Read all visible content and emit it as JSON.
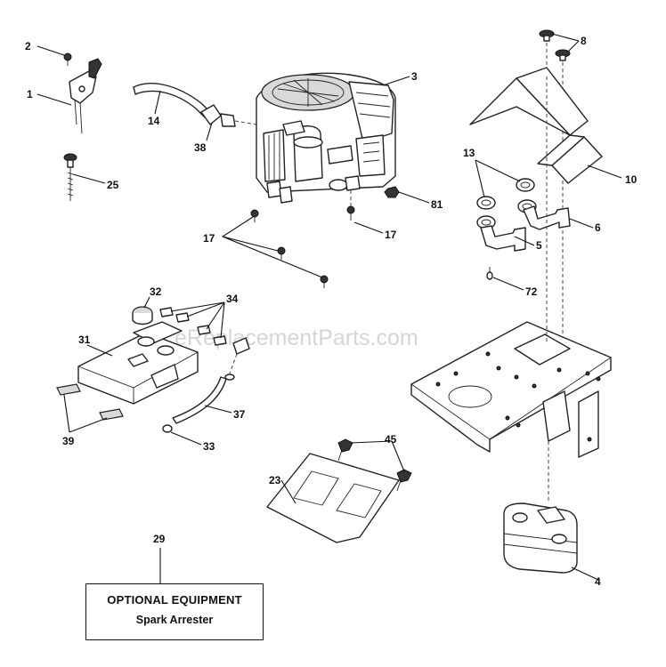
{
  "watermark": "eReplacementParts.com",
  "callouts": {
    "c1": "1",
    "c2": "2",
    "c3": "3",
    "c4": "4",
    "c5": "5",
    "c6": "6",
    "c8": "8",
    "c10": "10",
    "c13": "13",
    "c14": "14",
    "c17a": "17",
    "c17b": "17",
    "c23": "23",
    "c25": "25",
    "c29": "29",
    "c31": "31",
    "c32": "32",
    "c33": "33",
    "c34": "34",
    "c37": "37",
    "c38": "38",
    "c39": "39",
    "c45": "45",
    "c72": "72",
    "c81": "81"
  },
  "optional_box": {
    "title": "OPTIONAL EQUIPMENT",
    "subtitle": "Spark Arrester"
  }
}
